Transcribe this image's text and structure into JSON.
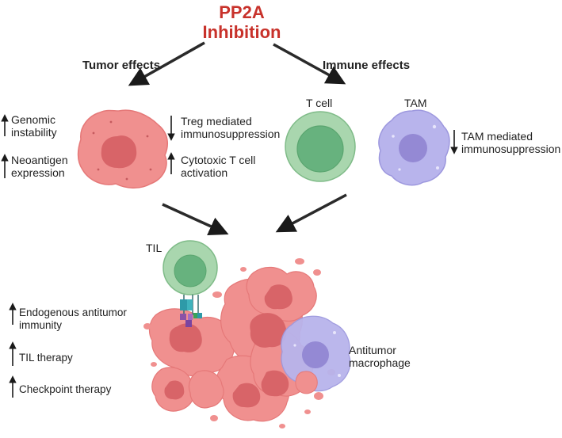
{
  "title_line1": "PP2A",
  "title_line2": "Inhibition",
  "tumor_effects": {
    "heading": "Tumor effects",
    "left_effects": [
      {
        "direction": "up",
        "line1": "Genomic",
        "line2": "instability"
      },
      {
        "direction": "up",
        "line1": "Neoantigen",
        "line2": "expression"
      }
    ],
    "right_effects": [
      {
        "direction": "down",
        "line1": "Treg mediated",
        "line2": "immunosuppression"
      },
      {
        "direction": "up",
        "line1": "Cytotoxic T cell",
        "line2": "activation"
      }
    ]
  },
  "immune_effects": {
    "heading": "Immune effects",
    "t_cell_label": "T cell",
    "tam_label": "TAM",
    "tam_effect": {
      "direction": "down",
      "line1": "TAM mediated",
      "line2": "immunosuppression"
    }
  },
  "tumor_microenvironment": {
    "til_label": "TIL",
    "macrophage_line1": "Antitumor",
    "macrophage_line2": "macrophage",
    "outcomes": [
      {
        "direction": "up",
        "line1": "Endogenous antitumor",
        "line2": "immunity"
      },
      {
        "direction": "up",
        "line1": "TIL therapy",
        "line2": ""
      },
      {
        "direction": "up",
        "line1": "Checkpoint therapy",
        "line2": ""
      }
    ]
  },
  "colors": {
    "title": "#c8322b",
    "tumor_cell": "#f0908f",
    "tumor_nucleus": "#d86468",
    "t_cell": "#a9d6ae",
    "t_cell_nucleus": "#67b27e",
    "tam": "#b8b4ec",
    "tam_nucleus": "#9489d4"
  }
}
